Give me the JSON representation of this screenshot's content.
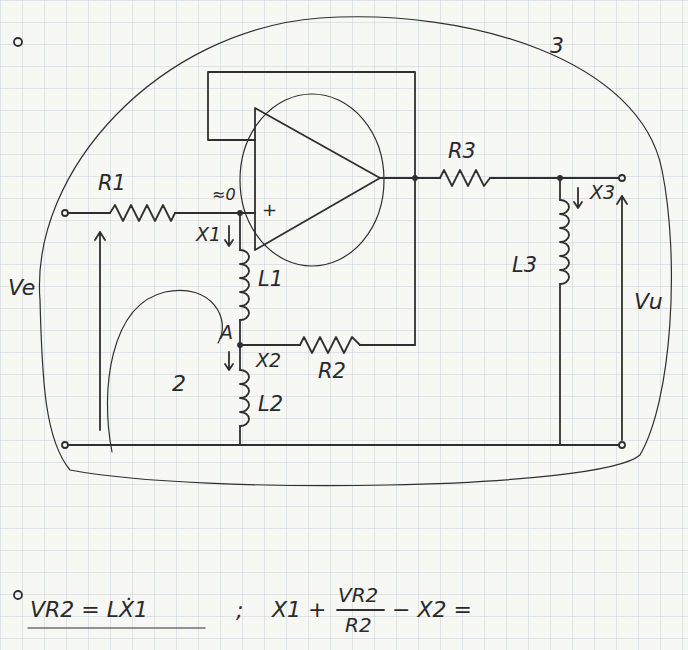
{
  "diagram": {
    "labels": [
      "R1",
      "≈0",
      "+",
      "X1",
      "L1",
      "A",
      "X2",
      "R2",
      "L2",
      "R3",
      "X3",
      "L3",
      "Vu",
      "Ve",
      "2",
      "3",
      "VR2 = LẊ1",
      ";",
      "X1 +",
      "VR2",
      "R2",
      "− X2 ="
    ]
  }
}
